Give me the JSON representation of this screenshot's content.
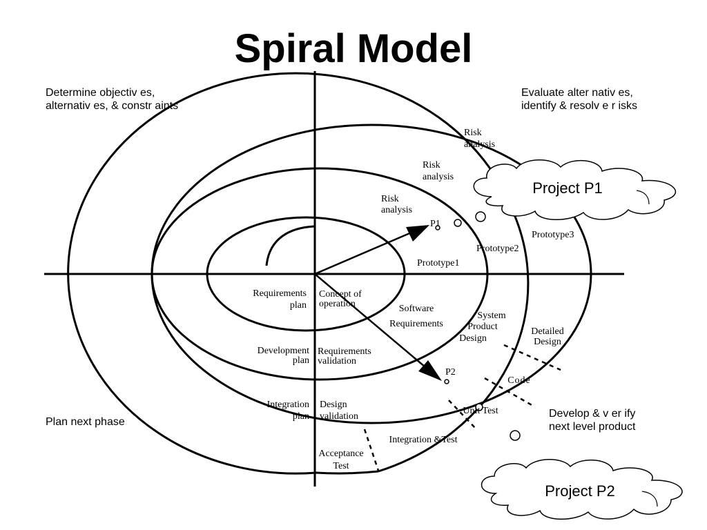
{
  "title": "Spiral Model",
  "quadrants": {
    "top_left": [
      "Determine objectiv es,",
      "alternativ es, & constr aints"
    ],
    "top_right": [
      "Evaluate alter nativ es,",
      "identify & resolv  e r isks"
    ],
    "bottom_left": [
      "Plan next phase"
    ],
    "bottom_right": [
      "Develop & v er ify",
      "next level product"
    ]
  },
  "clouds": {
    "p1": "Project P1",
    "p2": "Project P2"
  },
  "markers": {
    "p1": "P1",
    "p2": "P2"
  },
  "risk_labels": [
    [
      "Risk",
      "analysis"
    ],
    [
      "Risk",
      "analysis"
    ],
    [
      "Risk",
      "analysis"
    ]
  ],
  "prototypes": [
    "Prototype1",
    "Prototype2",
    "Prototype3"
  ],
  "left_column": [
    [
      "Requirements",
      "plan"
    ],
    [
      "Development",
      "plan"
    ],
    [
      "Integration",
      "plan"
    ]
  ],
  "right_column": [
    [
      "Concept of",
      "operation"
    ],
    [
      "Requirements",
      "validation"
    ],
    [
      "Design",
      "validation"
    ],
    [
      "Acceptance",
      "Test"
    ]
  ],
  "phases": {
    "software_requirements": [
      "Software",
      "Requirements"
    ],
    "system_product_design": [
      "System",
      "Product",
      "Design"
    ],
    "detailed_design": [
      "Detailed",
      "Design"
    ],
    "code": "Code",
    "unit_test": "Unit Test",
    "integration_test": "Integration  &Test"
  }
}
